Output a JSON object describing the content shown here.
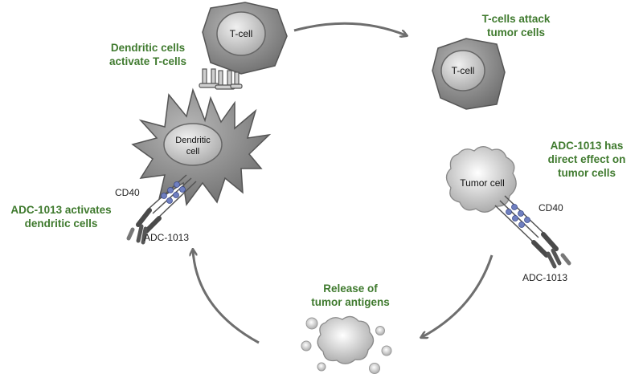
{
  "captions": {
    "dc_activate_t": [
      "Dendritic cells",
      "activate T-cells"
    ],
    "t_attack": [
      "T-cells attack",
      "tumor cells"
    ],
    "adc_direct": [
      "ADC-1013 has",
      "direct effect on",
      "tumor cells"
    ],
    "release": [
      "Release of",
      "tumor antigens"
    ],
    "adc_activates_dc": [
      "ADC-1013 activates",
      "dendritic cells"
    ]
  },
  "cells": {
    "t_cell_top": "T-cell",
    "t_cell_right": "T-cell",
    "dendritic": [
      "Dendritic",
      "cell"
    ],
    "tumor": "Tumor cell"
  },
  "labels": {
    "cd40_left": "CD40",
    "adc_left": "ADC-1013",
    "cd40_right": "CD40",
    "adc_right": "ADC-1013"
  },
  "colors": {
    "caption_green": "#3f7a2e",
    "cell_gray": "#8c8c8c",
    "nucleus_gray": "#cfcfcf",
    "arrow_gray": "#6e6e6e",
    "receptor_blue": "#6f7fc0"
  }
}
